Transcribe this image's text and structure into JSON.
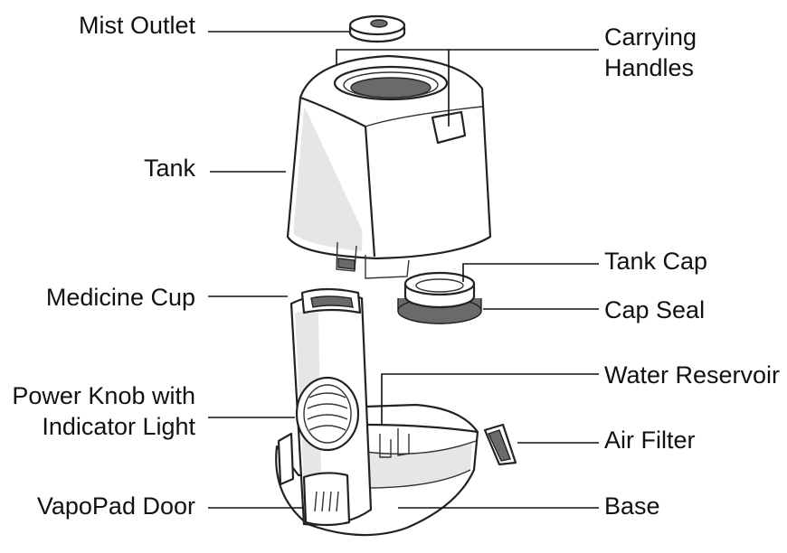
{
  "labels": {
    "mist_outlet": "Mist Outlet",
    "carrying_handles_line1": "Carrying",
    "carrying_handles_line2": "Handles",
    "tank": "Tank",
    "tank_cap": "Tank Cap",
    "medicine_cup": "Medicine Cup",
    "cap_seal": "Cap Seal",
    "power_knob_line1": "Power Knob with",
    "power_knob_line2": "Indicator Light",
    "water_reservoir": "Water Reservoir",
    "air_filter": "Air Filter",
    "vapopad_door": "VapoPad Door",
    "base": "Base"
  },
  "colors": {
    "ink": "#222222",
    "shade": "#e6e6e6",
    "background": "#ffffff"
  }
}
